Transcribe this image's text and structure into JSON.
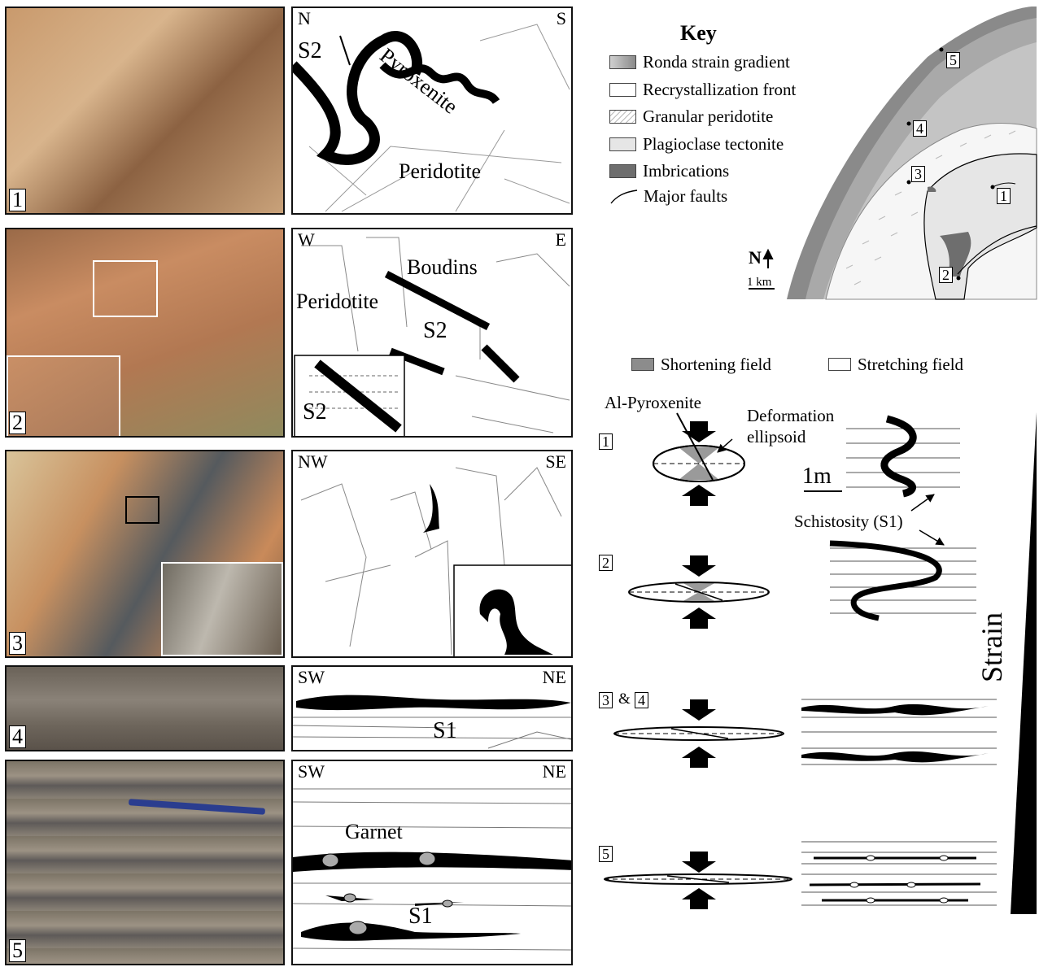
{
  "panels": [
    {
      "number": "1",
      "dir_left": "N",
      "dir_right": "S",
      "labels": {
        "s2": "S2",
        "pyroxenite": "Pyroxenite",
        "peridotite": "Peridotite"
      }
    },
    {
      "number": "2",
      "dir_left": "W",
      "dir_right": "E",
      "labels": {
        "boudins": "Boudins",
        "peridotite": "Peridotite",
        "s2": "S2",
        "s2_inset": "S2"
      }
    },
    {
      "number": "3",
      "dir_left": "NW",
      "dir_right": "SE"
    },
    {
      "number": "4",
      "dir_left": "SW",
      "dir_right": "NE",
      "labels": {
        "s1": "S1"
      }
    },
    {
      "number": "5",
      "dir_left": "SW",
      "dir_right": "NE",
      "labels": {
        "garnet": "Garnet",
        "s1": "S1"
      }
    }
  ],
  "key": {
    "title": "Key",
    "items": [
      {
        "label": "Ronda strain gradient",
        "color": "#a9a9a9"
      },
      {
        "label": "Recrystallization front",
        "color": "#ffffff"
      },
      {
        "label": "Granular peridotite",
        "color": "#f4f4f4"
      },
      {
        "label": "Plagioclase tectonite",
        "color": "#e6e6e6"
      },
      {
        "label": "Imbrications",
        "color": "#7a7a7a"
      },
      {
        "label": "Major faults",
        "color": "#000000"
      }
    ]
  },
  "map": {
    "north_label": "N",
    "scale_label": "1 km",
    "sites": [
      "1",
      "2",
      "3",
      "4",
      "5"
    ]
  },
  "fields": {
    "shortening": "Shortening field",
    "stretching": "Stretching field"
  },
  "schematic": {
    "al_pyroxenite": "Al-Pyroxenite",
    "deformation": "Deformation",
    "ellipsoid": "ellipsoid",
    "scale": "1m",
    "schistosity": "Schistosity (S1)",
    "stages": [
      "1",
      "2",
      "3",
      "&",
      "4",
      "5"
    ],
    "strain": "Strain"
  }
}
